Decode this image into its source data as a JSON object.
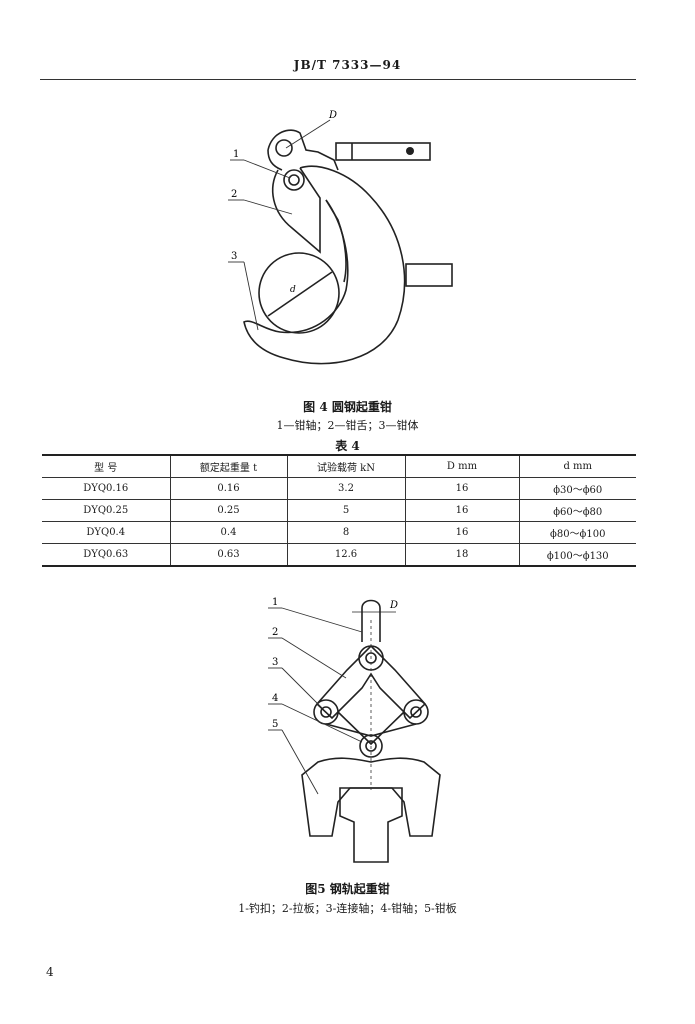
{
  "header": {
    "doc_code": "JB/T 7333—94"
  },
  "figure4": {
    "caption": "图 4   圆钢起重钳",
    "legend": "1—钳轴；2—钳舌；3—钳体",
    "callouts": {
      "n1": "1",
      "n2": "2",
      "n3": "3",
      "D": "D",
      "d": "d"
    }
  },
  "table4": {
    "title": "表  4",
    "headers": [
      "型    号",
      "额定起重量   t",
      "试验载荷  kN",
      "D        mm",
      "d        mm"
    ],
    "rows": [
      [
        "DYQ0.16",
        "0.16",
        "3.2",
        "16",
        "ϕ30～ϕ60"
      ],
      [
        "DYQ0.25",
        "0.25",
        "5",
        "16",
        "ϕ60～ϕ80"
      ],
      [
        "DYQ0.4",
        "0.4",
        "8",
        "16",
        "ϕ80～ϕ100"
      ],
      [
        "DYQ0.63",
        "0.63",
        "12.6",
        "18",
        "ϕ100～ϕ130"
      ]
    ]
  },
  "figure5": {
    "caption": "图5  钢轨起重钳",
    "legend": "1-钓扣；2-拉板；3-连接轴；4-钳轴；5-钳板",
    "callouts": {
      "n1": "1",
      "n2": "2",
      "n3": "3",
      "n4": "4",
      "n5": "5",
      "D": "D"
    }
  },
  "page_number": "4"
}
